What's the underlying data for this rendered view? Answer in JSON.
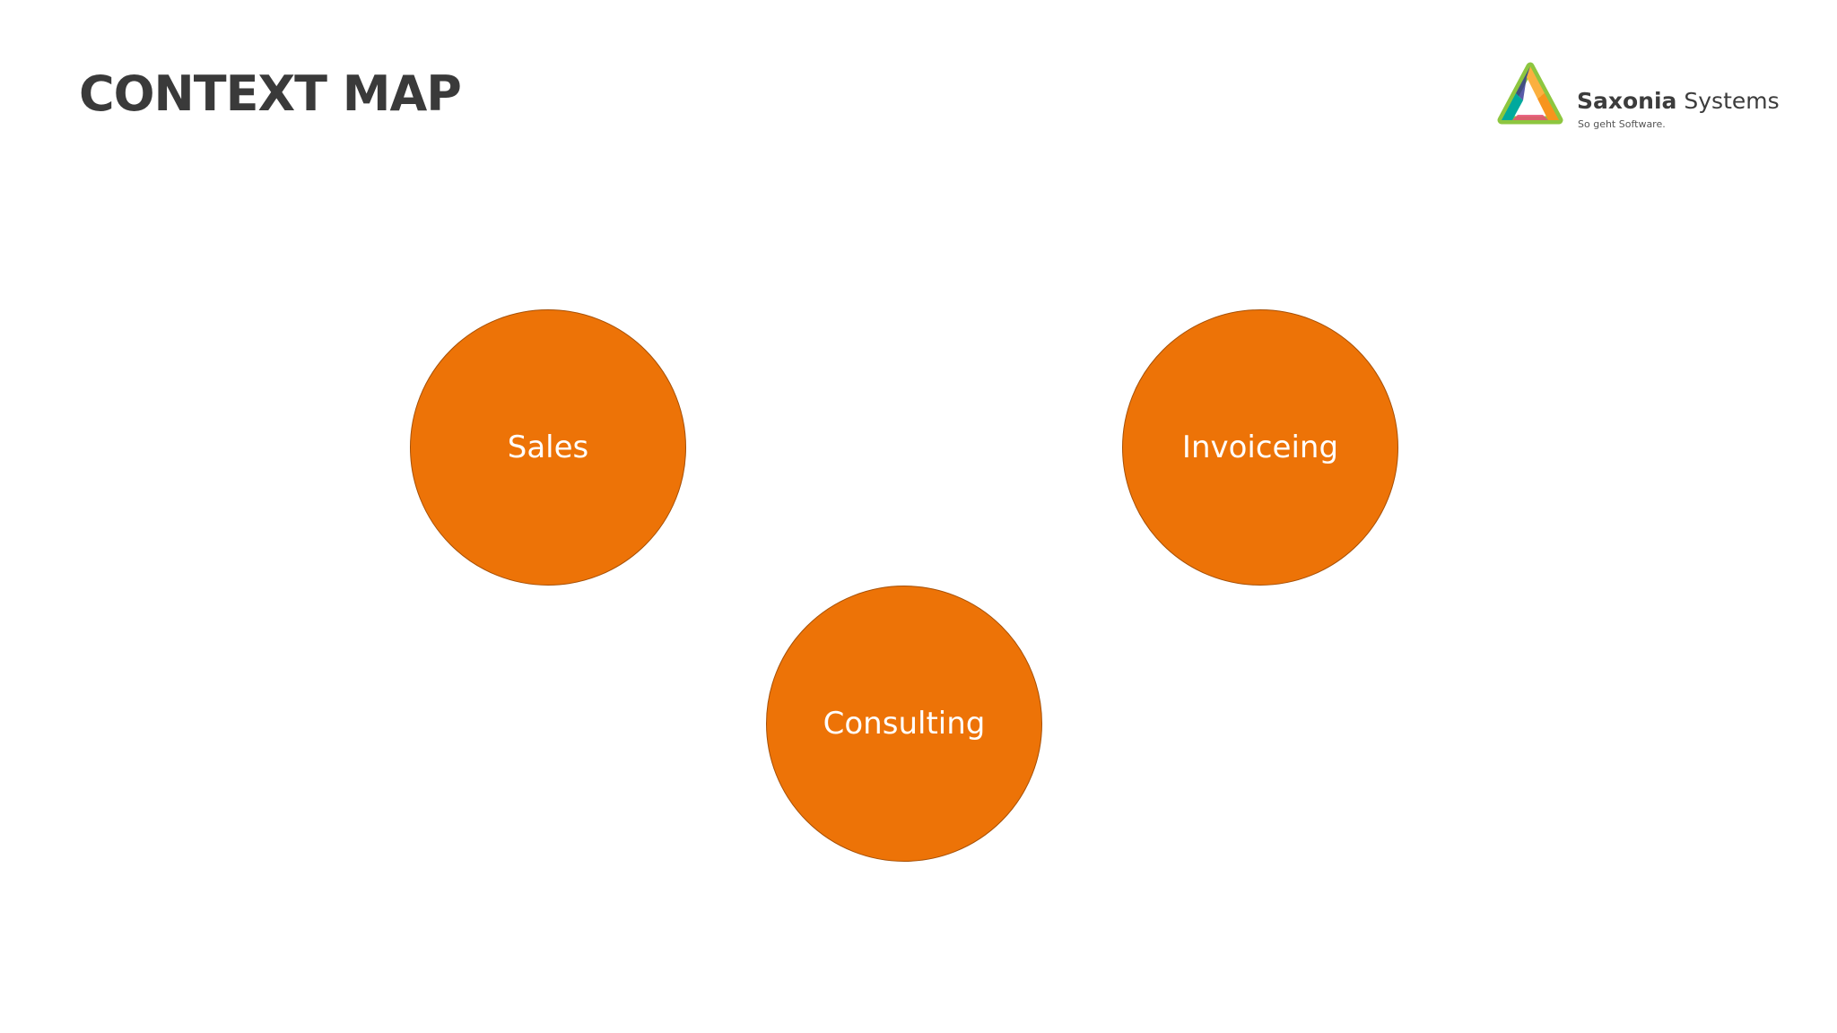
{
  "slide": {
    "title": "CONTEXT MAP"
  },
  "logo": {
    "name_bold": "Saxonia",
    "name_regular": "Systems",
    "tagline": "So geht Software.",
    "colors": [
      "#8dc63f",
      "#f7941d",
      "#00a99d",
      "#e94e77",
      "#2e3192",
      "#fbb040"
    ]
  },
  "diagram": {
    "node_color": "#ed7307",
    "nodes": [
      {
        "id": "sales",
        "label": "Sales"
      },
      {
        "id": "invoicing",
        "label": "Invoiceing"
      },
      {
        "id": "consulting",
        "label": "Consulting"
      }
    ]
  }
}
